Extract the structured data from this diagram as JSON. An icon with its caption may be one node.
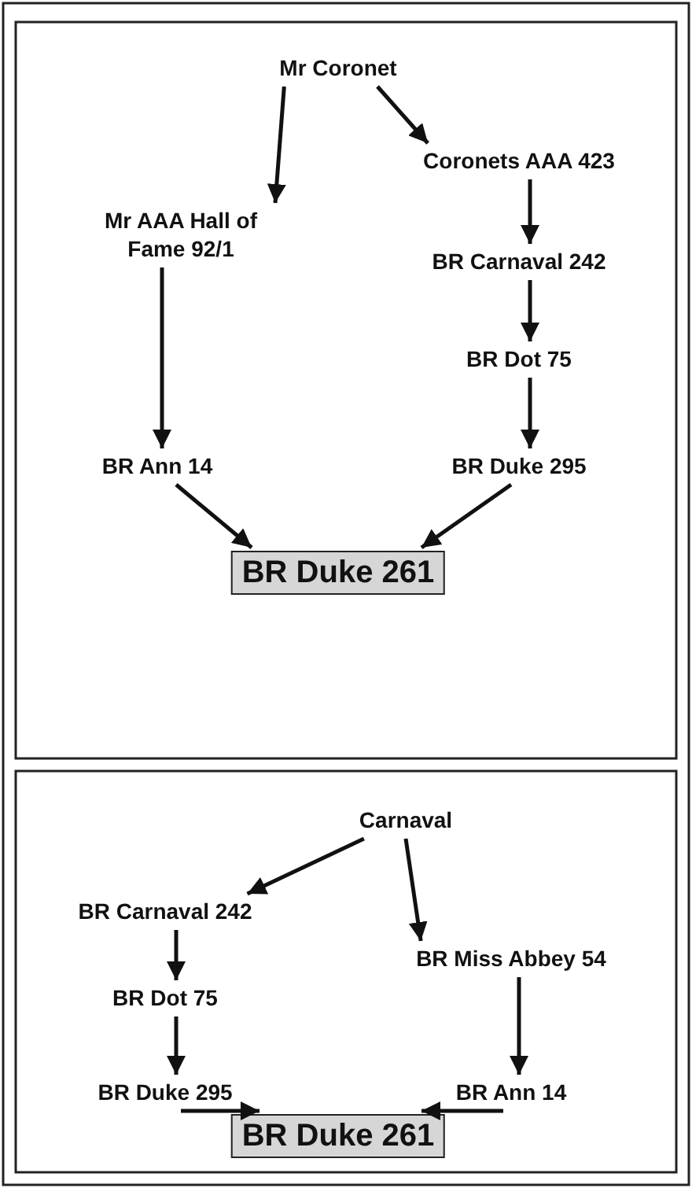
{
  "diagram": {
    "nodes": [
      {
        "text": [
          "Mr Coronet"
        ]
      },
      {
        "text": [
          "Mr AAA Hall of Fame 92/1"
        ]
      },
      {
        "text": [
          "Coronets AAA 423"
        ]
      },
      {
        "text": [
          "BR Carnaval 242"
        ]
      },
      {
        "text": [
          "BR Dot 75"
        ]
      },
      {
        "text": [
          "BR Ann 14"
        ]
      },
      {
        "text": [
          "BR Duke 295"
        ]
      },
      {
        "text": [
          "BR Duke 261"
        ]
      },
      {
        "text": [
          "Carnaval"
        ]
      },
      {
        "text": [
          "BR Carnaval 242"
        ]
      },
      {
        "text": [
          "BR Miss Abbey 54"
        ]
      },
      {
        "text": [
          "BR Dot 75"
        ]
      },
      {
        "text": [
          "BR Duke 295"
        ]
      },
      {
        "text": [
          "BR Ann 14"
        ]
      },
      {
        "text": [
          "BR Duke 261"
        ]
      }
    ],
    "edges": [
      {
        "from": 0,
        "to": 1,
        "arrow": "to"
      },
      {
        "from": 0,
        "to": 2,
        "arrow": "to"
      },
      {
        "from": 1,
        "to": 5,
        "arrow": "to"
      },
      {
        "from": 2,
        "to": 3,
        "arrow": "to"
      },
      {
        "from": 3,
        "to": 4,
        "arrow": "to"
      },
      {
        "from": 4,
        "to": 6,
        "arrow": "to"
      },
      {
        "from": 5,
        "to": 7,
        "arrow": "to"
      },
      {
        "from": 6,
        "to": 7,
        "arrow": "to"
      },
      {
        "from": 8,
        "to": 9,
        "arrow": "to"
      },
      {
        "from": 8,
        "to": 10,
        "arrow": "to"
      },
      {
        "from": 9,
        "to": 11,
        "arrow": "to"
      },
      {
        "from": 11,
        "to": 12,
        "arrow": "to"
      },
      {
        "from": 10,
        "to": 13,
        "arrow": "to"
      },
      {
        "from": 12,
        "to": 14,
        "arrow": "to"
      },
      {
        "from": 13,
        "to": 14,
        "arrow": "to"
      }
    ]
  }
}
